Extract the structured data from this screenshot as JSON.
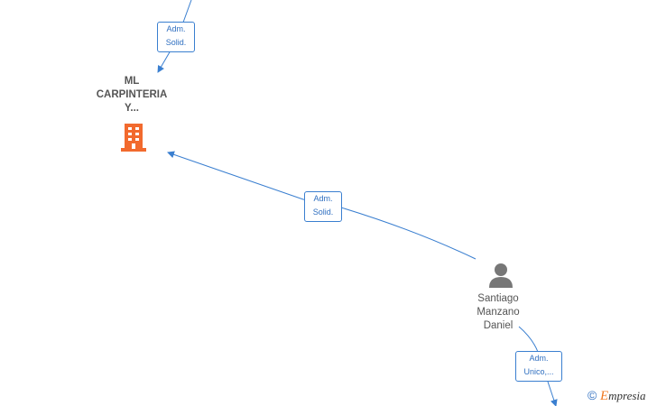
{
  "nodes": {
    "company": {
      "lines": [
        "ML",
        "CARPINTERIA",
        "Y..."
      ],
      "icon": "building-icon",
      "color": "#f26a2e"
    },
    "person": {
      "lines": [
        "Santiago",
        "Manzano",
        "Daniel"
      ],
      "icon": "person-icon",
      "color": "#777777"
    }
  },
  "edges": [
    {
      "lines": [
        "Adm.",
        "Solid."
      ]
    },
    {
      "lines": [
        "Adm.",
        "Solid."
      ]
    },
    {
      "lines": [
        "Adm.",
        "Unico,..."
      ]
    }
  ],
  "footer": {
    "copyright": "©",
    "brand_initial": "E",
    "brand_rest": "mpresia"
  },
  "colors": {
    "edge": "#3a7fd0"
  }
}
